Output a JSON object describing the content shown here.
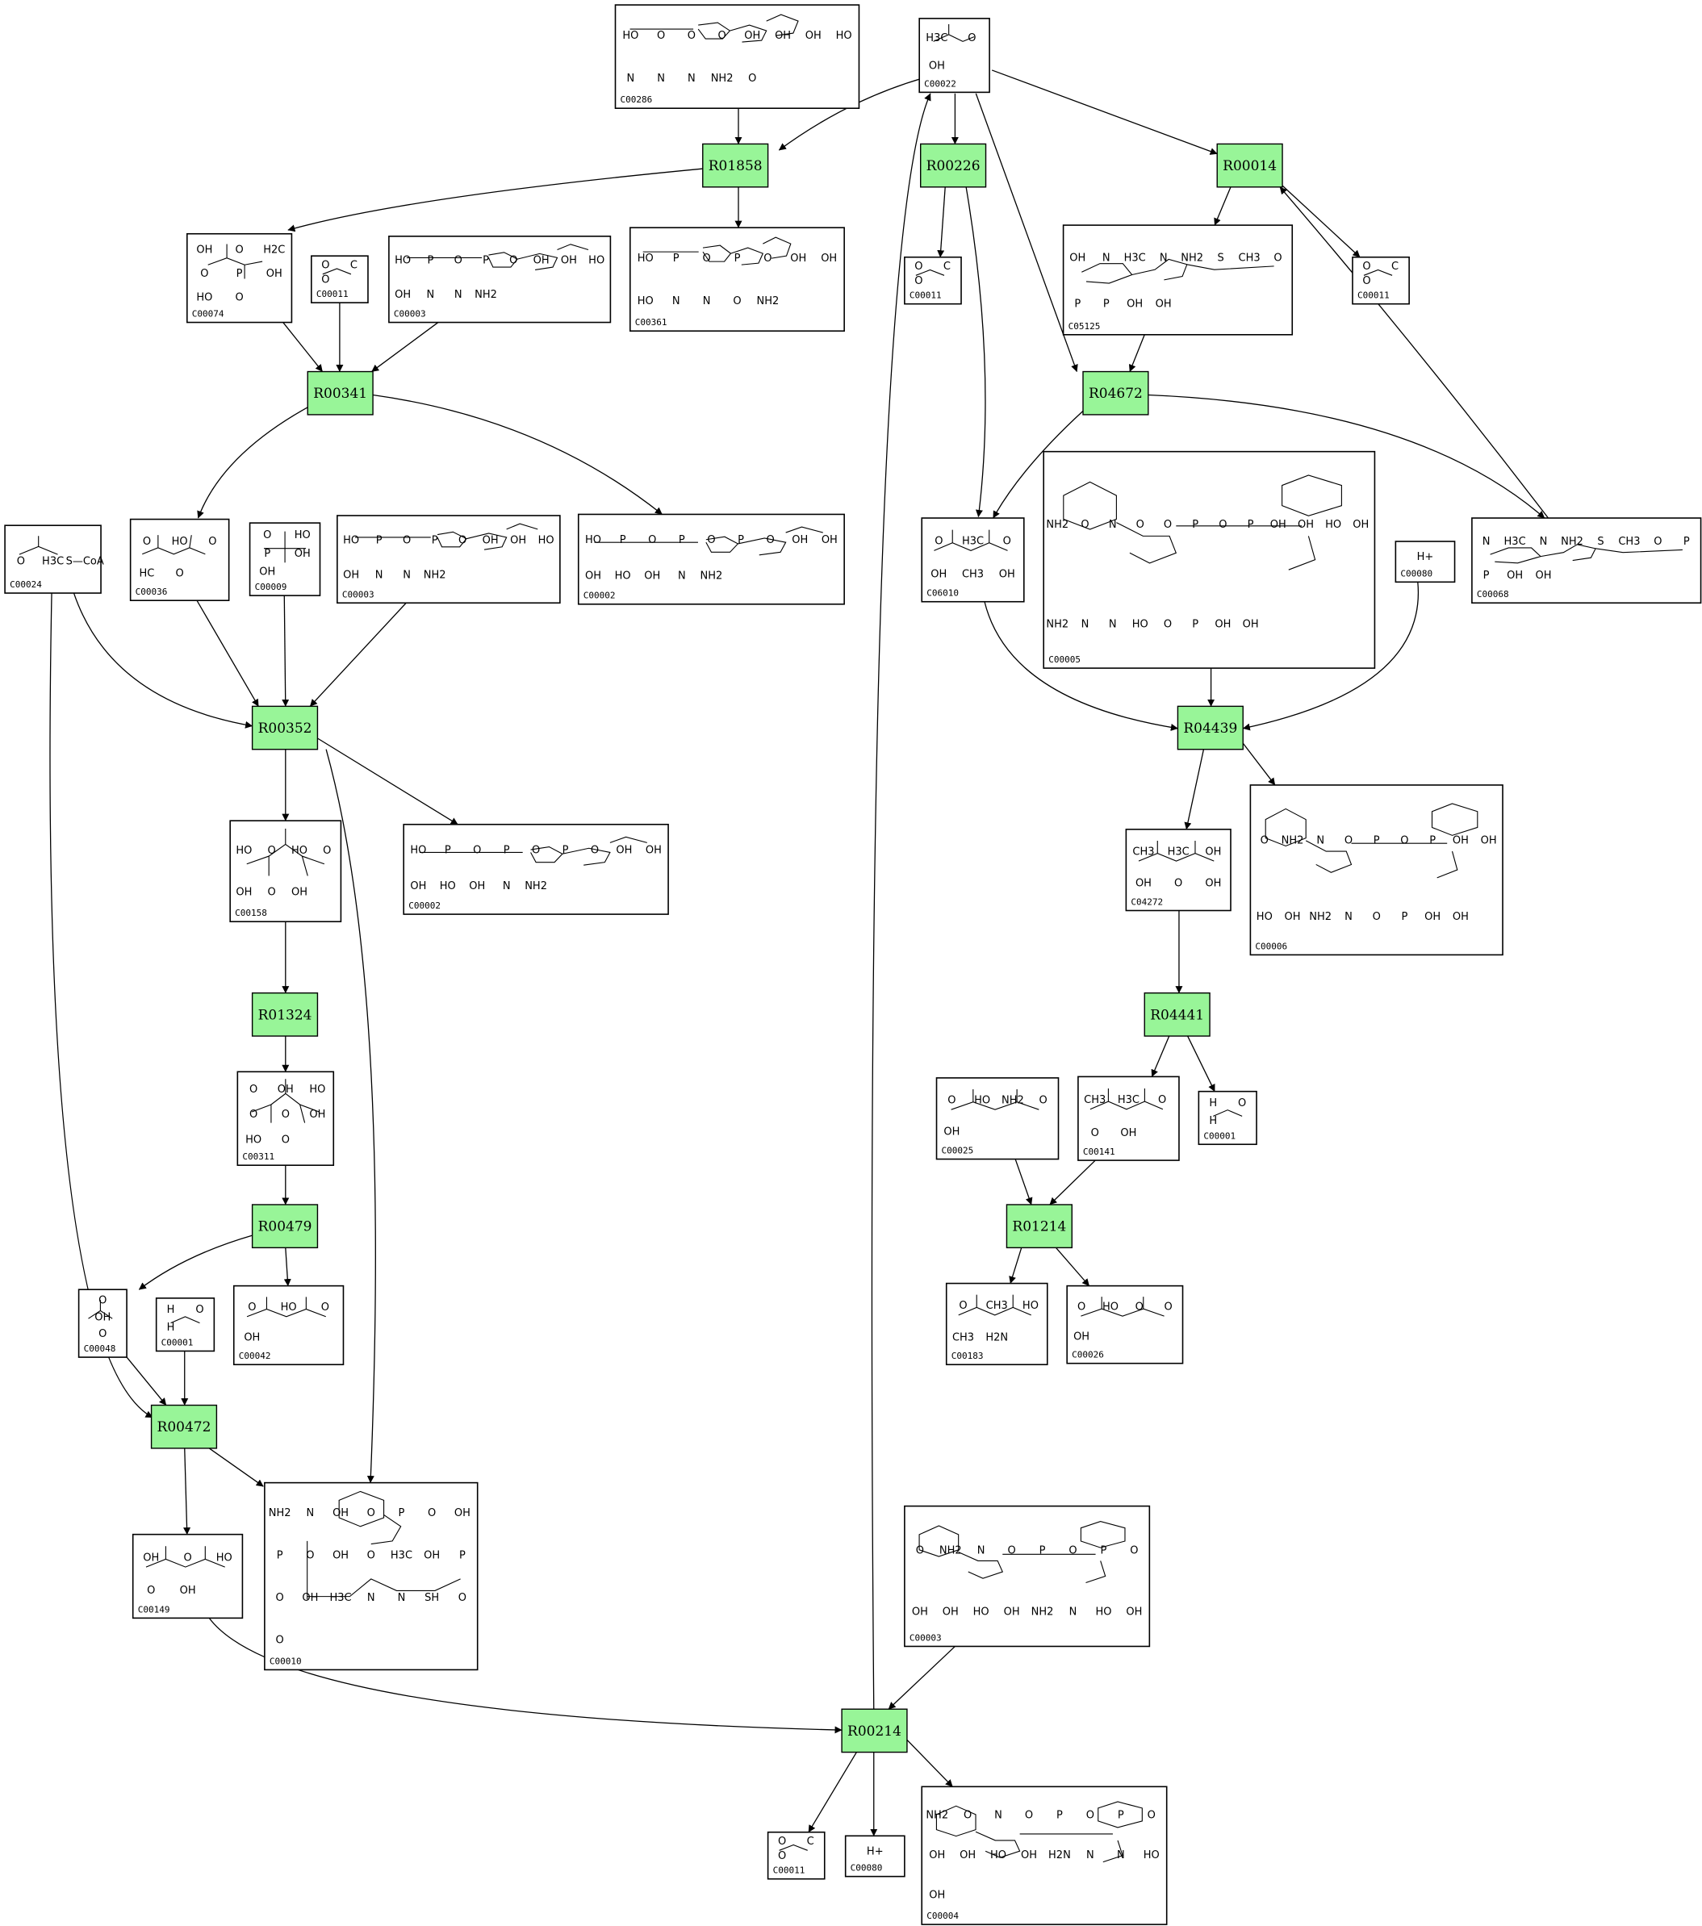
{
  "diagram": {
    "reactions": [
      {
        "id": "R01858"
      },
      {
        "id": "R00226"
      },
      {
        "id": "R00014"
      },
      {
        "id": "R00341"
      },
      {
        "id": "R04672"
      },
      {
        "id": "R00352"
      },
      {
        "id": "R04439"
      },
      {
        "id": "R01324"
      },
      {
        "id": "R04441"
      },
      {
        "id": "R00479"
      },
      {
        "id": "R01214"
      },
      {
        "id": "R00472"
      },
      {
        "id": "R00214"
      }
    ],
    "compounds": [
      {
        "key": "c00286",
        "id": "C00286",
        "atoms": [
          "HO",
          "O",
          "O",
          "O",
          "OH",
          "OH",
          "OH",
          "HO",
          "N",
          "N",
          "N",
          "NH2",
          "O"
        ]
      },
      {
        "key": "c00022",
        "id": "C00022",
        "atoms": [
          "H3C",
          "O",
          "OH"
        ]
      },
      {
        "key": "c00074",
        "id": "C00074",
        "atoms": [
          "OH",
          "O",
          "H2C",
          "O",
          "P",
          "OH",
          "HO",
          "O"
        ]
      },
      {
        "key": "c00011a",
        "id": "C00011",
        "atoms": [
          "O",
          "C",
          "O"
        ]
      },
      {
        "key": "c00008a",
        "id": "C00003",
        "atoms": [
          "HO",
          "P",
          "O",
          "P",
          "O",
          "OH",
          "OH",
          "HO",
          "OH",
          "N",
          "N",
          "NH2"
        ]
      },
      {
        "key": "c00361",
        "id": "C00361",
        "atoms": [
          "HO",
          "P",
          "O",
          "P",
          "O",
          "OH",
          "OH",
          "HO",
          "N",
          "N",
          "O",
          "NH2"
        ]
      },
      {
        "key": "c00011b",
        "id": "C00011",
        "atoms": [
          "O",
          "C",
          "O"
        ]
      },
      {
        "key": "c05125",
        "id": "C05125",
        "atoms": [
          "OH",
          "N",
          "H3C",
          "N",
          "NH2",
          "S",
          "CH3",
          "O",
          "P",
          "P",
          "OH",
          "OH"
        ]
      },
      {
        "key": "c00011c",
        "id": "C00011",
        "atoms": [
          "O",
          "C",
          "O"
        ]
      },
      {
        "key": "c00024",
        "id": "C00024",
        "atoms": [
          "O",
          "H3C",
          "S—CoA"
        ]
      },
      {
        "key": "c00036",
        "id": "C00036",
        "atoms": [
          "O",
          "HO",
          "O",
          "HC",
          "O"
        ]
      },
      {
        "key": "c00009",
        "id": "C00009",
        "atoms": [
          "O",
          "HO",
          "P",
          "OH",
          "OH"
        ]
      },
      {
        "key": "c00008b",
        "id": "C00003",
        "atoms": [
          "HO",
          "P",
          "O",
          "P",
          "O",
          "OH",
          "OH",
          "HO",
          "OH",
          "N",
          "N",
          "NH2"
        ]
      },
      {
        "key": "c00002a",
        "id": "C00002",
        "atoms": [
          "HO",
          "P",
          "O",
          "P",
          "O",
          "P",
          "O",
          "OH",
          "OH",
          "OH",
          "HO",
          "OH",
          "N",
          "NH2"
        ]
      },
      {
        "key": "c06010",
        "id": "C06010",
        "atoms": [
          "O",
          "H3C",
          "O",
          "OH",
          "CH3",
          "OH"
        ]
      },
      {
        "key": "c00005",
        "id": "C00005",
        "atoms": [
          "NH2",
          "O",
          "N",
          "O",
          "O",
          "P",
          "O",
          "P",
          "OH",
          "OH",
          "HO",
          "OH",
          "NH2",
          "N",
          "N",
          "HO",
          "O",
          "P",
          "OH",
          "OH"
        ]
      },
      {
        "key": "c00080a",
        "id": "C00080",
        "atoms": [
          "H+"
        ]
      },
      {
        "key": "c00068",
        "id": "C00068",
        "atoms": [
          "N",
          "H3C",
          "N",
          "NH2",
          "S",
          "CH3",
          "O",
          "P",
          "P",
          "OH",
          "OH"
        ]
      },
      {
        "key": "c00158",
        "id": "C00158",
        "atoms": [
          "HO",
          "O",
          "HO",
          "O",
          "OH",
          "O",
          "OH"
        ]
      },
      {
        "key": "c00002b",
        "id": "C00002",
        "atoms": [
          "HO",
          "P",
          "O",
          "P",
          "O",
          "P",
          "O",
          "OH",
          "OH",
          "OH",
          "HO",
          "OH",
          "N",
          "NH2"
        ]
      },
      {
        "key": "c04272",
        "id": "C04272",
        "atoms": [
          "CH3",
          "H3C",
          "OH",
          "OH",
          "O",
          "OH"
        ]
      },
      {
        "key": "c00006",
        "id": "C00006",
        "atoms": [
          "O",
          "NH2",
          "N",
          "O",
          "P",
          "O",
          "P",
          "OH",
          "OH",
          "HO",
          "OH",
          "NH2",
          "N",
          "O",
          "P",
          "OH",
          "OH"
        ]
      },
      {
        "key": "c00311",
        "id": "C00311",
        "atoms": [
          "O",
          "OH",
          "HO",
          "O",
          "O",
          "OH",
          "HO",
          "O"
        ]
      },
      {
        "key": "c00025",
        "id": "C00025",
        "atoms": [
          "O",
          "HO",
          "NH2",
          "O",
          "OH"
        ]
      },
      {
        "key": "c00141",
        "id": "C00141",
        "atoms": [
          "CH3",
          "H3C",
          "O",
          "O",
          "OH"
        ]
      },
      {
        "key": "c00001a",
        "id": "C00001",
        "atoms": [
          "H",
          "O",
          "H"
        ]
      },
      {
        "key": "c00048",
        "id": "C00048",
        "atoms": [
          "O",
          "OH",
          "O"
        ]
      },
      {
        "key": "c00001b",
        "id": "C00001",
        "atoms": [
          "H",
          "O",
          "H"
        ]
      },
      {
        "key": "c00042",
        "id": "C00042",
        "atoms": [
          "O",
          "HO",
          "O",
          "OH"
        ]
      },
      {
        "key": "c00183",
        "id": "C00183",
        "atoms": [
          "O",
          "CH3",
          "HO",
          "CH3",
          "H2N"
        ]
      },
      {
        "key": "c00026",
        "id": "C00026",
        "atoms": [
          "O",
          "HO",
          "O",
          "O",
          "OH"
        ]
      },
      {
        "key": "c00149",
        "id": "C00149",
        "atoms": [
          "OH",
          "O",
          "HO",
          "O",
          "OH"
        ]
      },
      {
        "key": "c00010",
        "id": "C00010",
        "atoms": [
          "NH2",
          "N",
          "OH",
          "O",
          "P",
          "O",
          "OH",
          "P",
          "O",
          "OH",
          "O",
          "H3C",
          "OH",
          "P",
          "O",
          "OH",
          "H3C",
          "N",
          "N",
          "SH",
          "O",
          "O"
        ]
      },
      {
        "key": "c00003",
        "id": "C00003",
        "atoms": [
          "O",
          "NH2",
          "N",
          "O",
          "P",
          "O",
          "P",
          "O",
          "OH",
          "OH",
          "HO",
          "OH",
          "NH2",
          "N",
          "HO",
          "OH"
        ]
      },
      {
        "key": "c00011d",
        "id": "C00011",
        "atoms": [
          "O",
          "C",
          "O"
        ]
      },
      {
        "key": "c00080b",
        "id": "C00080",
        "atoms": [
          "H+"
        ]
      },
      {
        "key": "c00004",
        "id": "C00004",
        "atoms": [
          "NH2",
          "O",
          "N",
          "O",
          "P",
          "O",
          "P",
          "O",
          "OH",
          "OH",
          "HO",
          "OH",
          "H2N",
          "N",
          "N",
          "HO",
          "OH"
        ]
      }
    ]
  }
}
